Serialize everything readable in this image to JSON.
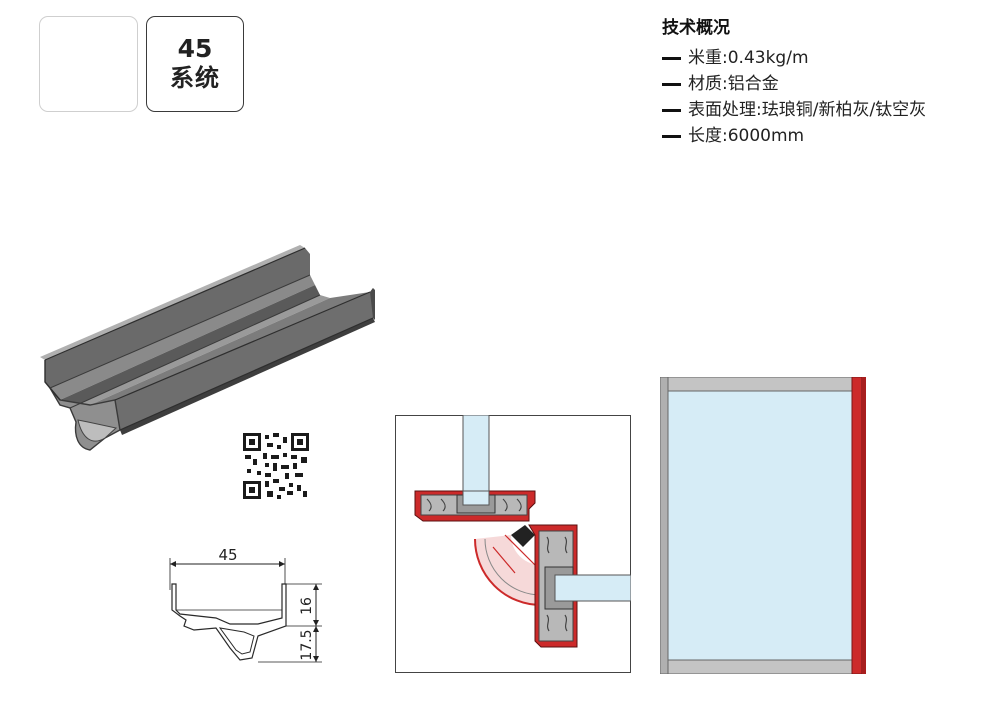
{
  "badges": {
    "blank": "",
    "number": "45",
    "label": "系统"
  },
  "specs": {
    "title": "技术概况",
    "items": [
      "米重:0.43kg/m",
      "材质:铝合金",
      "表面处理:珐琅铜/新柏灰/钛空灰",
      "长度:6000mm"
    ]
  },
  "dimensions": {
    "width": "45",
    "top_height": "16",
    "bottom_height": "17.5"
  },
  "colors": {
    "profile_gray": "#8a8a8a",
    "frame_red": "#cc2a2a",
    "glass_blue": "#d6ecf6"
  }
}
